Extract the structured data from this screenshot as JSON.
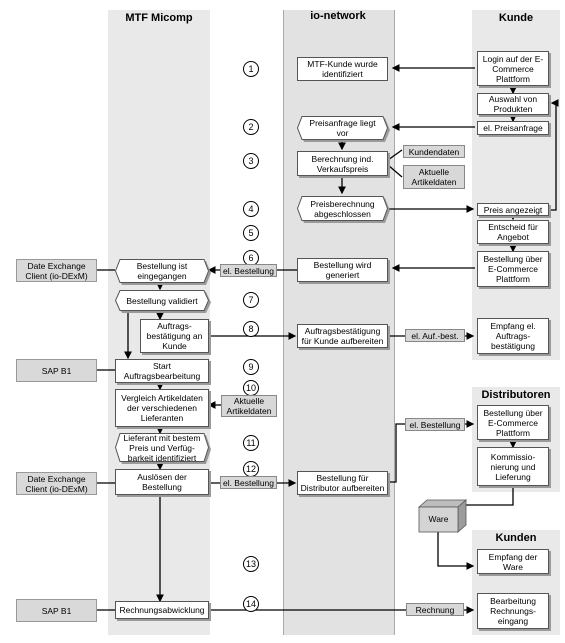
{
  "lanes": {
    "mtf": "MTF Micomp",
    "io": "io-network",
    "kunde": "Kunde",
    "distributoren": "Distributoren",
    "kunden": "Kunden"
  },
  "steps": [
    "1",
    "2",
    "3",
    "4",
    "5",
    "6",
    "7",
    "8",
    "9",
    "10",
    "11",
    "12",
    "13",
    "14"
  ],
  "systems": {
    "dex1": "Date Exchange Client (io-DExM)",
    "sap1": "SAP B1",
    "dex2": "Date Exchange Client (io-DExM)",
    "sap2": "SAP B1"
  },
  "kunde": {
    "login": "Login auf der E-Commerce Plattform",
    "auswahl": "Auswahl von Produkten",
    "preisanfrage": "el. Preisanfrage",
    "preis_angezeigt": "Preis angezeigt",
    "entscheid": "Entscheid für Angebot",
    "bestellung": "Bestellung über E-Commerce Plattform",
    "empfang_best": "Empfang el. Auftrags-bestätigung"
  },
  "io": {
    "identifiziert": "MTF-Kunde wurde identifiziert",
    "preisanfrage": "Preisanfrage liegt vor",
    "berechnung": "Berechnung ind. Verkaufspreis",
    "kundendaten": "Kundendaten",
    "artikeldaten": "Aktuelle Artikeldaten",
    "abgeschlossen": "Preisberechnung abgeschlossen",
    "generiert": "Bestellung wird generiert",
    "auftragsbest": "Auftragsbestätigung für Kunde aufbereiten",
    "distributor": "Bestellung für Distributor aufbereiten"
  },
  "mtf": {
    "eingegangen": "Bestellung ist eingegangen",
    "validiert": "Bestellung validiert",
    "auftragsbest": "Auftrags-bestätigung an Kunde",
    "start": "Start Auftragsbearbeitung",
    "vergleich": "Vergleich Artikeldaten der verschiedenen Lieferanten",
    "artikeldaten": "Aktuelle Artikeldaten",
    "lieferant": "Lieferant mit bestem Preis und Verfüg-barkeit identifiziert",
    "ausloesen": "Auslösen der Bestellung",
    "rechnung": "Rechnungsabwicklung"
  },
  "transfer": {
    "el_bestellung_1": "el. Bestellung",
    "el_auf_best": "el. Auf.-best.",
    "el_bestellung_2": "el. Bestellung",
    "el_bestellung_3": "el. Bestellung",
    "rechnung": "Rechnung",
    "ware": "Ware"
  },
  "distributoren": {
    "bestellung": "Bestellung über E-Commerce Plattform",
    "kommissionierung": "Kommissio-nierung und Lieferung"
  },
  "kunden": {
    "empfang_ware": "Empfang der Ware",
    "rechnungseingang": "Bearbeitung Rechnungs-eingang"
  }
}
